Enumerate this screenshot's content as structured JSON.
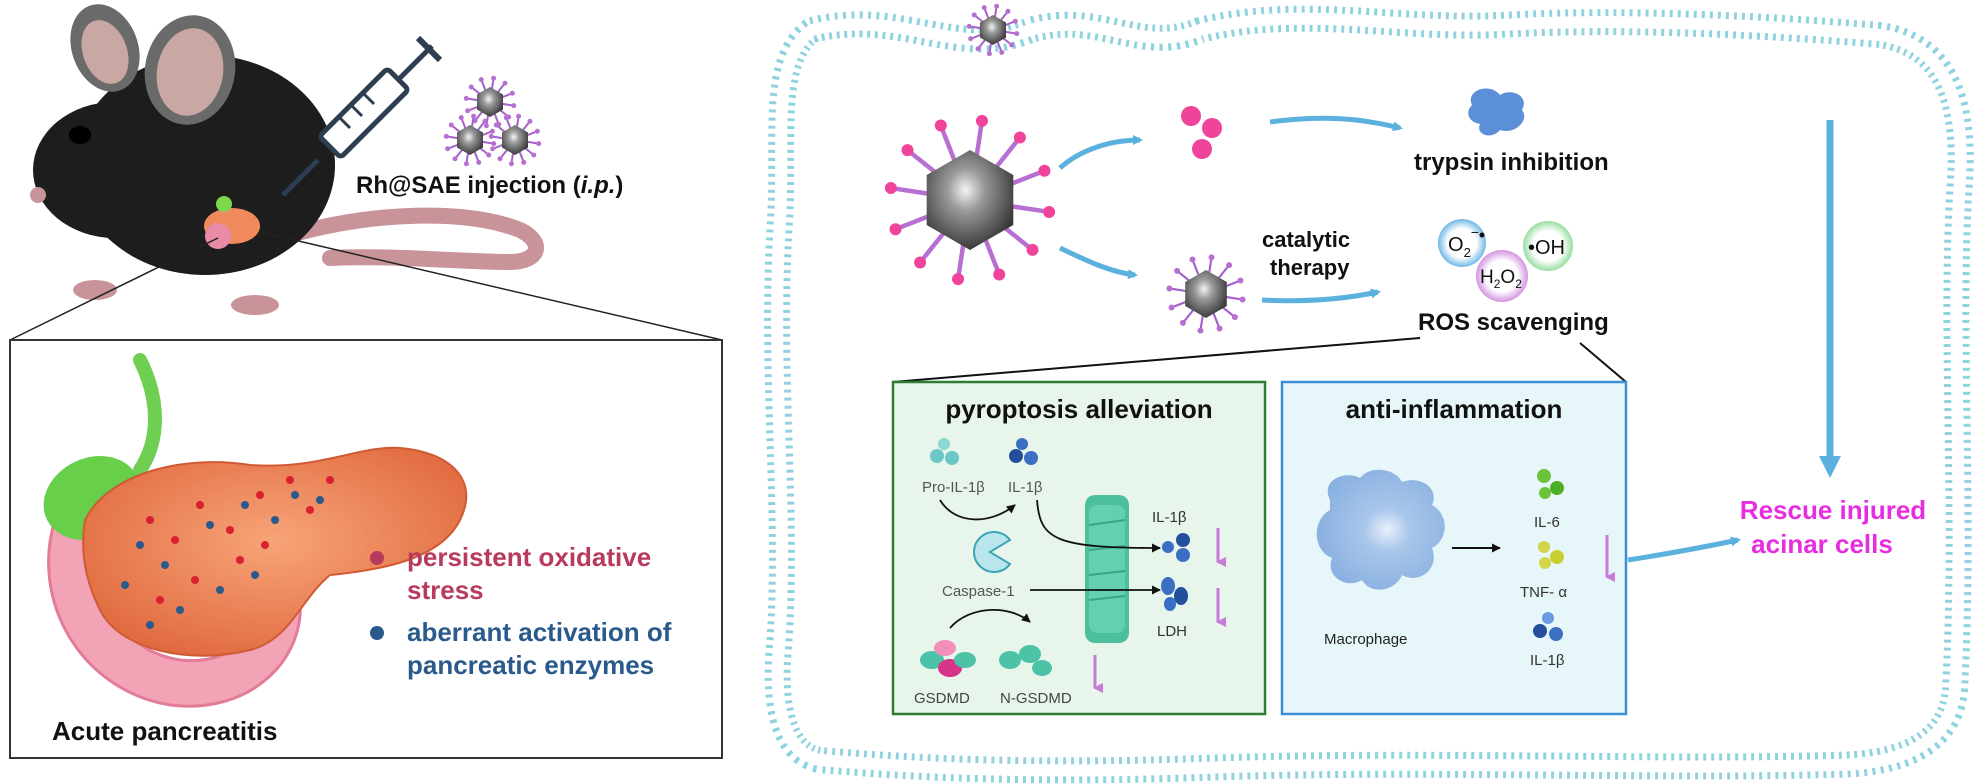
{
  "left_panel": {
    "injection_text": "Rh@SAE injection (",
    "injection_italic": "i.p.",
    "injection_close": ")",
    "bullets": [
      {
        "line1": "persistent oxidative",
        "line2": "stress",
        "color": "#b83a5e"
      },
      {
        "line1": "aberrant activation of",
        "line2": "pancreatic enzymes",
        "color": "#2a5a8c"
      }
    ],
    "title": "Acute pancreatitis"
  },
  "right_panel": {
    "trypsin_label": "trypsin inhibition",
    "catalytic_line1": "catalytic",
    "catalytic_line2": "therapy",
    "ros_label": "ROS scavenging",
    "ros_species": {
      "superoxide": "O",
      "superoxide_sub": "2",
      "superoxide_sup": "−",
      "hydroxyl": "•OH",
      "h2o2_h": "H",
      "h2o2_sub1": "2",
      "h2o2_o": "O",
      "h2o2_sub2": "2"
    },
    "rescue_line1": "Rescue injured",
    "rescue_line2": "acinar cells"
  },
  "pyroptosis_box": {
    "title": "pyroptosis alleviation",
    "pro_il1b": "Pro-IL-1β",
    "il1b_top": "IL-1β",
    "caspase": "Caspase-1",
    "gsdmd": "GSDMD",
    "n_gsdmd": "N-GSDMD",
    "il1b_right": "IL-1β",
    "ldh": "LDH"
  },
  "inflammation_box": {
    "title": "anti-inflammation",
    "macrophage": "Macrophage",
    "il6": "IL-6",
    "tnf": "TNF- α",
    "il1b": "IL-1β"
  },
  "colors": {
    "membrane": "#8fd3e0",
    "arrow_blue": "#5ab1dd",
    "rescue_magenta": "#e62ee0",
    "pyro_border": "#2e7d32",
    "pyro_fill": "#e8f5ea",
    "infl_border": "#3d8fd6",
    "infl_fill": "#e6f6f9",
    "down_arrow": "#c77ad8"
  }
}
